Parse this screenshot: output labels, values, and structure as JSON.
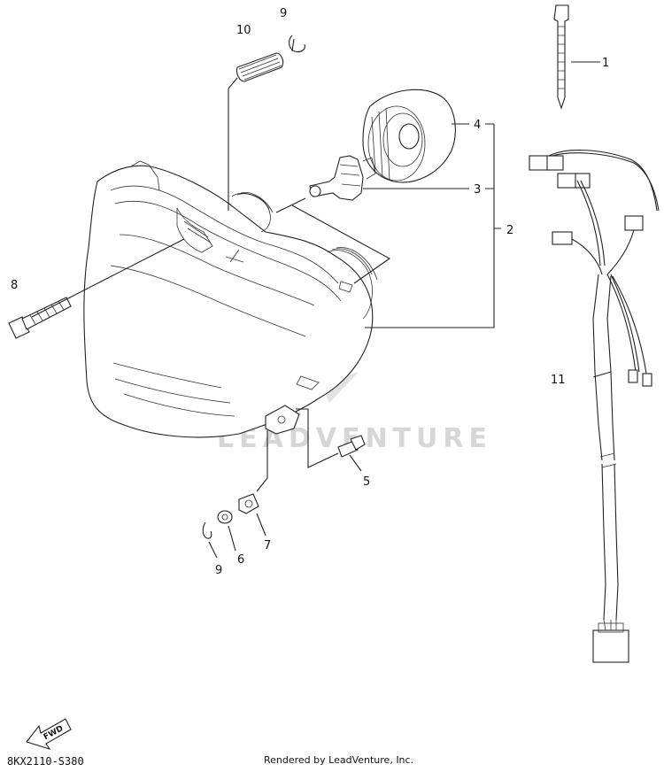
{
  "diagram": {
    "part_labels": [
      "1",
      "2",
      "3",
      "4",
      "5",
      "6",
      "7",
      "8",
      "9",
      "9",
      "10",
      "11"
    ],
    "watermark": "LEADVENTURE",
    "direction_arrow_text": "FWD",
    "diagram_code": "8KX2110-S380",
    "credit": "Rendered by LeadVenture, Inc."
  }
}
